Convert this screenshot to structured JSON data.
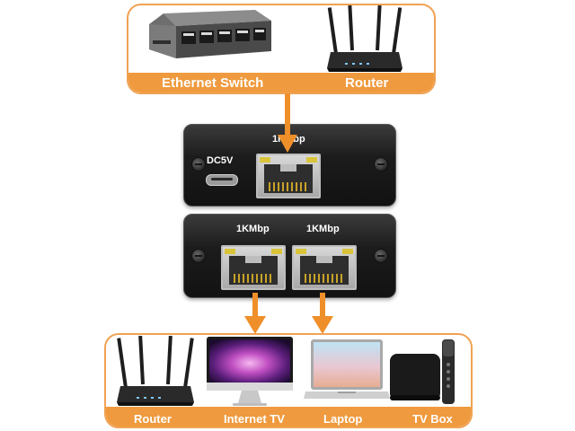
{
  "inputs": {
    "labels": [
      "Ethernet Switch",
      "Router"
    ]
  },
  "device_top": {
    "port_label": "1KMbp",
    "power_label": "DC5V"
  },
  "device_bottom": {
    "port_labels": [
      "1KMbp",
      "1KMbp"
    ]
  },
  "outputs": {
    "labels": [
      "Router",
      "Internet TV",
      "Laptop",
      "TV Box"
    ]
  },
  "colors": {
    "accent": "#ef9a3e",
    "arrow": "#ef8f2a",
    "device_body": "#1c1c1c"
  }
}
